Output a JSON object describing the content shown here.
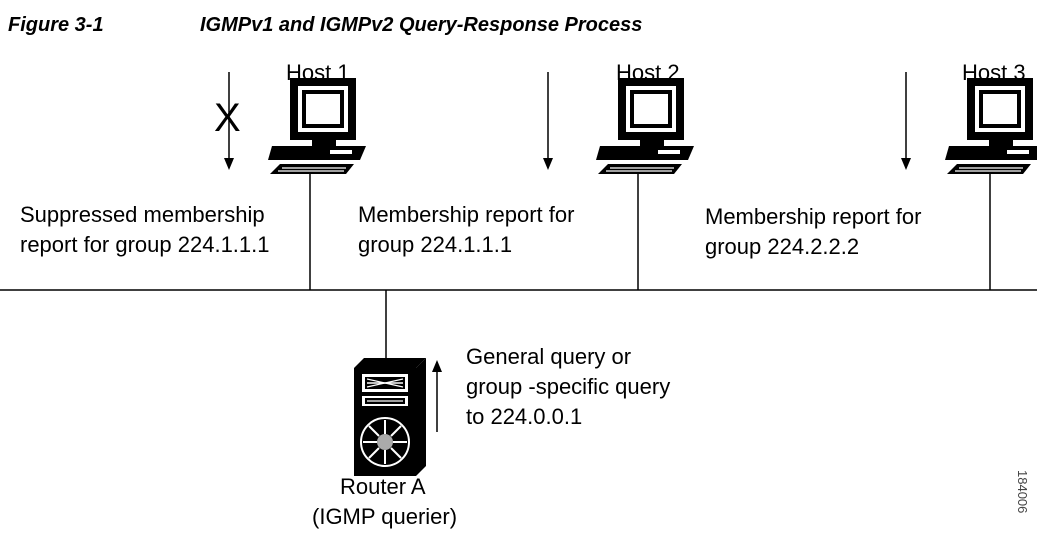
{
  "figure": {
    "number": "Figure 3-1",
    "title": "IGMPv1 and IGMPv2 Query-Response Process",
    "id": "184006"
  },
  "hosts": [
    {
      "label": "Host 1",
      "report": "Suppressed membership\nreport for group 224.1.1.1",
      "suppressed_mark": "X"
    },
    {
      "label": "Host 2",
      "report": "Membership report for\ngroup 224.1.1.1"
    },
    {
      "label": "Host 3",
      "report": "Membership report for\ngroup 224.2.2.2"
    }
  ],
  "router": {
    "label_line1": "Router A",
    "label_line2": "(IGMP querier)",
    "query": "General query or\ngroup -specific query\nto 224.0.0.1"
  }
}
